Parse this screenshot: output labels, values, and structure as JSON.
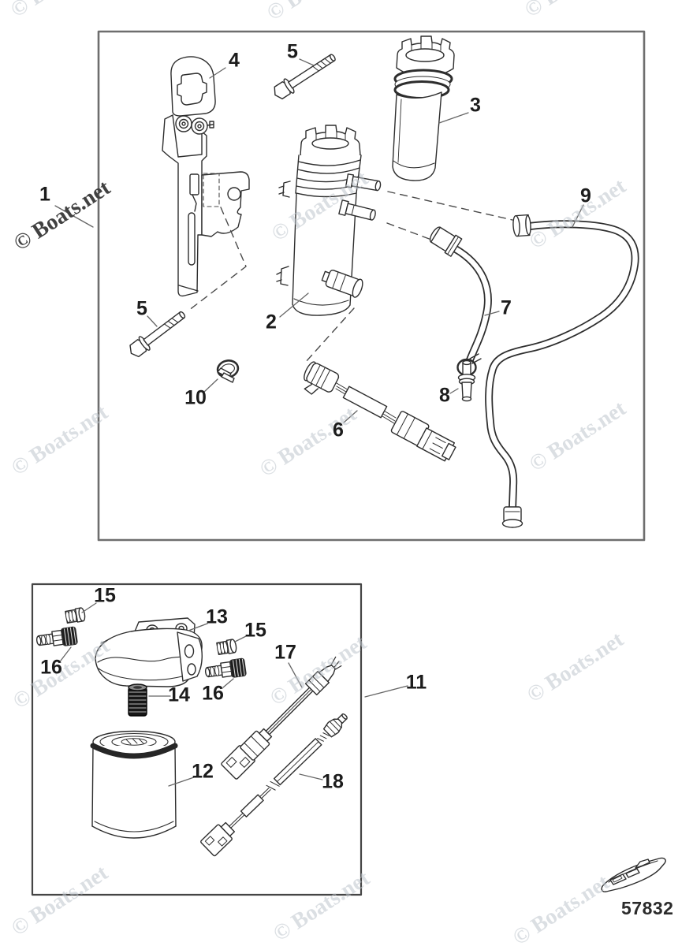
{
  "page": {
    "background_color": "#ffffff"
  },
  "watermark": {
    "text": "© Boats.net"
  },
  "callouts": {
    "c1": "1",
    "c2": "2",
    "c3": "3",
    "c4": "4",
    "c5a": "5",
    "c5b": "5",
    "c6": "6",
    "c7": "7",
    "c8": "8",
    "c9": "9",
    "c10": "10",
    "c11": "11",
    "c12": "12",
    "c13": "13",
    "c14": "14",
    "c15a": "15",
    "c15b": "15",
    "c16a": "16",
    "c16b": "16",
    "c17": "17",
    "c18": "18"
  },
  "footer": {
    "part_code": "57832"
  },
  "icons": {
    "logo": "speedboat-icon"
  },
  "art_colors": {
    "line": "#2d2d2d",
    "top_box_border": "#6e6e6e",
    "bottom_box_border": "#454545",
    "dashed": "#4a4a4a",
    "leader": "#666666"
  }
}
